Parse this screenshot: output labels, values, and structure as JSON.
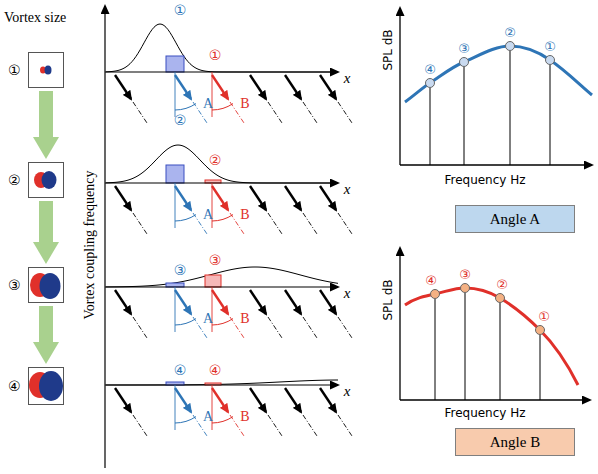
{
  "diagram": {
    "nodes": [
      {
        "text": [
          "①"
        ]
      },
      {
        "text": [
          "②"
        ]
      },
      {
        "text": [
          "③"
        ]
      },
      {
        "text": [
          "④"
        ]
      },
      {
        "text": [
          "Angle A"
        ]
      },
      {
        "text": [
          "Angle B"
        ]
      }
    ],
    "edges": [
      {
        "from": 0,
        "to": 1,
        "arrow": "to"
      },
      {
        "from": 1,
        "to": 2,
        "arrow": "to"
      },
      {
        "from": 2,
        "to": 3,
        "arrow": "to"
      }
    ],
    "labels": [
      "Vortex size",
      "Vortex coupling frequency",
      "①",
      "①",
      "A",
      "B",
      "x",
      "②",
      "②",
      "A",
      "B",
      "x",
      "③",
      "③",
      "A",
      "B",
      "x",
      "④",
      "④",
      "A",
      "B",
      "x",
      "SPL dB",
      "Frequency Hz",
      "④",
      "③",
      "②",
      "①",
      "SPL dB",
      "Frequency Hz",
      "④",
      "③",
      "②",
      "①"
    ]
  }
}
